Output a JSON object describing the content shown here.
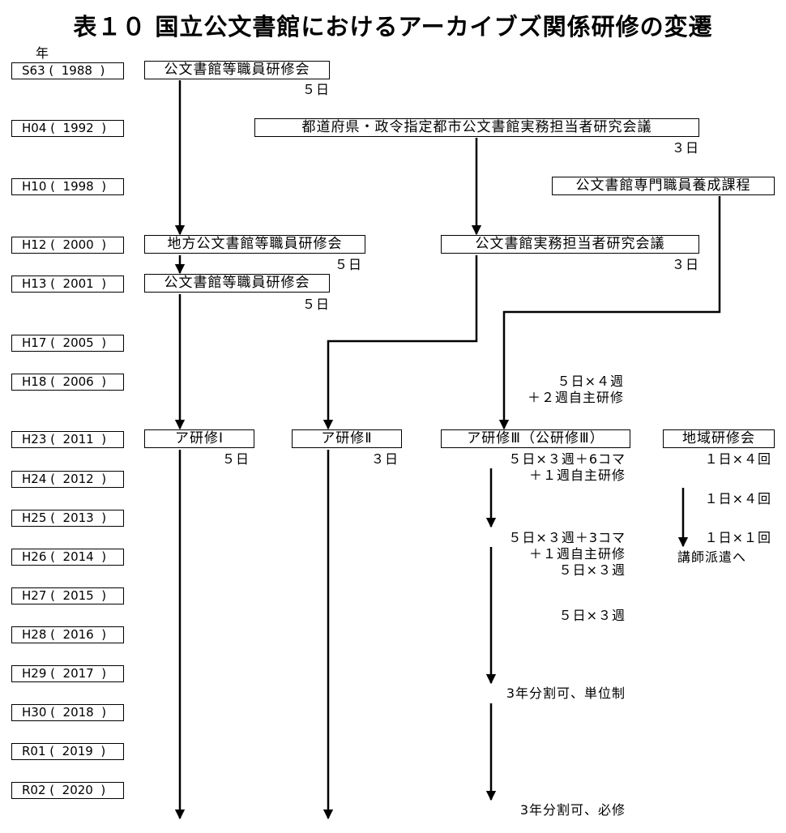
{
  "title": "表１０ 国立公文書館におけるアーカイブズ関係研修の変遷",
  "year_header": "年",
  "years": [
    "S63 (  1988  )",
    "H04 (  1992  )",
    "H10 (  1998  )",
    "H12 (  2000  )",
    "H13 (  2001  )",
    "H17 (  2005  )",
    "H18 (  2006  )",
    "H23 (  2011  )",
    "H24 (  2012  )",
    "H25 (  2013  )",
    "H26 (  2014  )",
    "H27 (  2015  )",
    "H28 (  2016  )",
    "H29 (  2017  )",
    "H30 (  2018  )",
    "R01 (  2019  )",
    "R02 (  2020  )"
  ],
  "boxes": {
    "b1988": "公文書館等職員研修会",
    "b1992": "都道府県・政令指定都市公文書館実務担当者研究会議",
    "b1998": "公文書館専門職員養成課程",
    "b2000a": "地方公文書館等職員研修会",
    "b2000b": "公文書館実務担当者研究会議",
    "b2001": "公文書館等職員研修会",
    "ken1": "ア研修Ⅰ",
    "ken2": "ア研修Ⅱ",
    "ken3": "ア研修Ⅲ（公研修Ⅲ）",
    "chiiki": "地域研修会"
  },
  "notes": {
    "d1988": "５日",
    "d1992": "３日",
    "d2000a": "５日",
    "d2000b": "３日",
    "d2001": "５日",
    "d2006": "５日×４週\n＋２週自主研修",
    "d_ken1": "５日",
    "d_ken2": "３日",
    "d_ken3_2011": "５日×３週＋6コマ\n＋１週自主研修",
    "d_ken3_2014": "５日×３週＋3コマ\n＋１週自主研修\n５日×３週",
    "d_ken3_2016": "５日×３週",
    "d_ken3_2018": "3年分割可、単位制",
    "d_ken3_2020": "3年分割可、必修",
    "c2011": "１日×４回",
    "c2013": "１日×４回",
    "c2014": "１日×１回",
    "c2014b": "講師派遣へ"
  }
}
